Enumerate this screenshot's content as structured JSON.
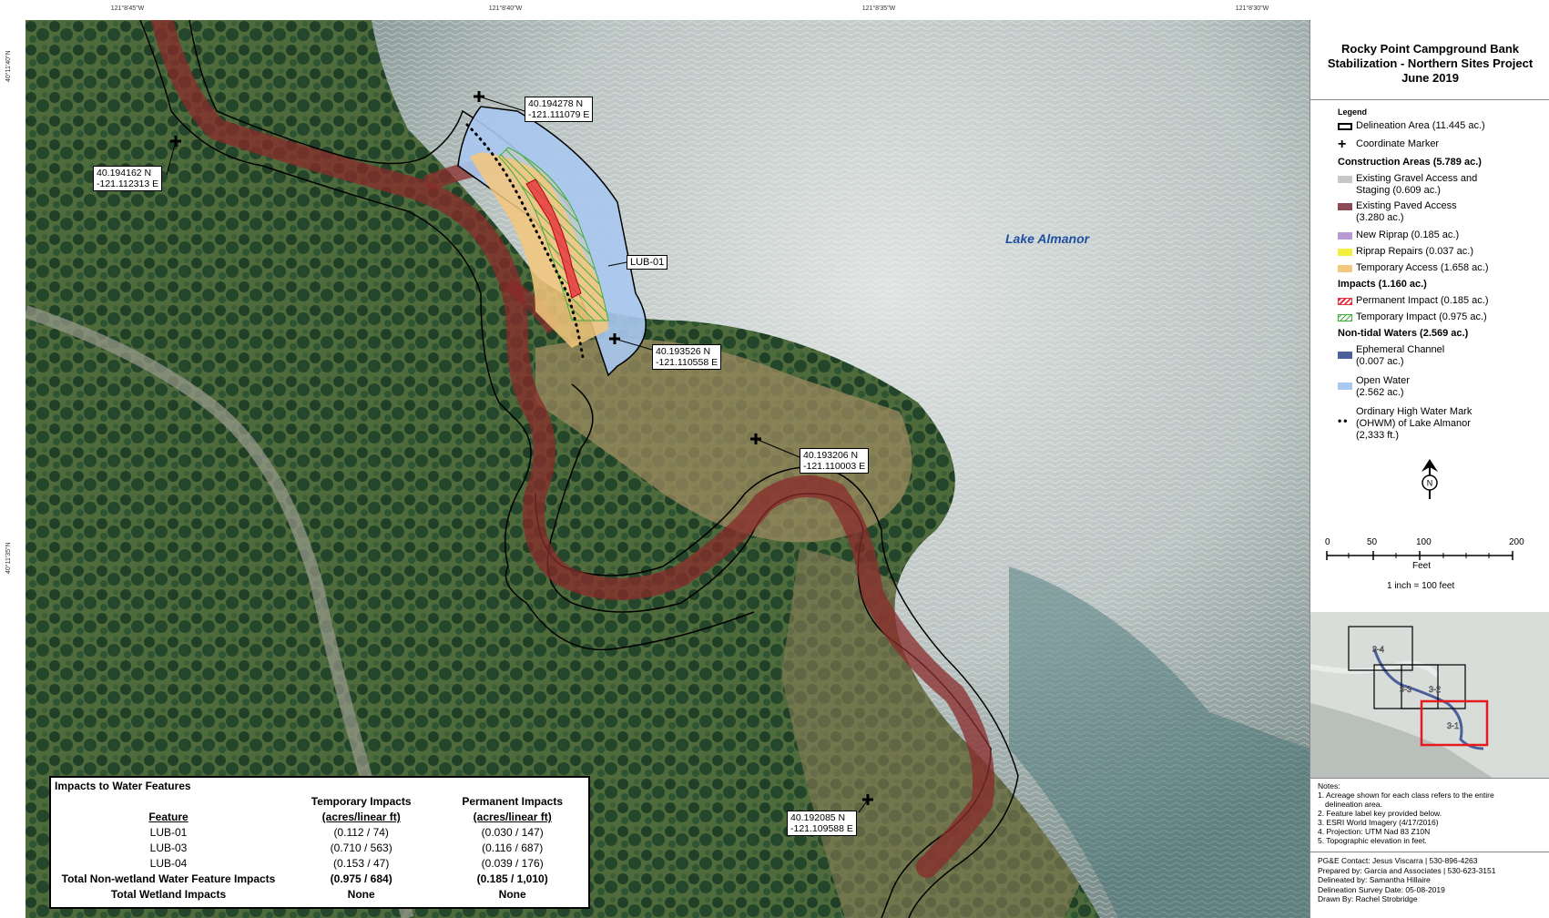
{
  "graticule": {
    "top": [
      "121°8'45\"W",
      "121°8'40\"W",
      "121°8'35\"W",
      "121°8'30\"W"
    ],
    "left": [
      "40°11'40\"N",
      "40°11'35\"N"
    ]
  },
  "title": {
    "line1": "Rocky Point Campground Bank",
    "line2": "Stabilization - Northern Sites Project",
    "line3": "June 2019"
  },
  "legend": {
    "title": "Legend",
    "delineation": "Delineation Area (11.445 ac.)",
    "coordinate_marker": "Coordinate Marker",
    "construction_header": "Construction Areas (5.789 ac.)",
    "gravel_access": [
      "Existing Gravel Access and",
      "Staging (0.609 ac.)"
    ],
    "paved_access": [
      "Existing Paved Access",
      "(3.280 ac.)"
    ],
    "new_riprap": "New Riprap (0.185 ac.)",
    "riprap_repairs": "Riprap Repairs (0.037 ac.)",
    "temp_access": "Temporary Access (1.658 ac.)",
    "impacts_header": "Impacts (1.160 ac.)",
    "perm_impact": "Permanent Impact (0.185 ac.)",
    "temp_impact": "Temporary Impact (0.975 ac.)",
    "nontidal_header": "Non-tidal Waters (2.569 ac.)",
    "ephemeral": [
      "Ephemeral Channel",
      "(0.007 ac.)"
    ],
    "open_water": [
      "Open Water",
      "(2.562 ac.)"
    ],
    "ohwm": [
      "Ordinary High Water Mark",
      "(OHWM) of Lake Almanor",
      "(2,333 ft.)"
    ],
    "colors": {
      "gravel": "#c7c7c7",
      "paved": "#8a4a56",
      "new_riprap": "#b79ad3",
      "riprap_repairs": "#f6ee3d",
      "temp_access": "#f4c77b",
      "perm_impact": "#e8323c",
      "temp_impact": "#3fae3a",
      "ephemeral": "#4b5f9a",
      "open_water": "#a9c8f0"
    }
  },
  "scale": {
    "ticks": [
      "0",
      "50",
      "100",
      "200"
    ],
    "unit": "Feet",
    "ratio": "1 inch = 100 feet"
  },
  "north_arrow": "N",
  "map": {
    "lake_label": "Lake Almanor",
    "feature_label": "LUB-01",
    "coords": [
      {
        "lat": "40.194278 N",
        "lon": "-121.111079 E"
      },
      {
        "lat": "40.194162 N",
        "lon": "-121.112313 E"
      },
      {
        "lat": "40.193526 N",
        "lon": "-121.110558 E"
      },
      {
        "lat": "40.193206 N",
        "lon": "-121.110003 E"
      },
      {
        "lat": "40.192085 N",
        "lon": "-121.109588 E"
      }
    ]
  },
  "inset_labels": [
    "3-4",
    "3-3",
    "3-2",
    "3-1"
  ],
  "impact_table": {
    "title": "Impacts to Water Features",
    "col_feature": "Feature",
    "col_temp": [
      "Temporary Impacts",
      "(acres/linear ft)"
    ],
    "col_perm": [
      "Permanent Impacts",
      "(acres/linear ft)"
    ],
    "rows": [
      {
        "feature": "LUB-01",
        "temp": "(0.112 / 74)",
        "perm": "(0.030 / 147)"
      },
      {
        "feature": "LUB-03",
        "temp": "(0.710 / 563)",
        "perm": "(0.116 / 687)"
      },
      {
        "feature": "LUB-04",
        "temp": "(0.153 / 47)",
        "perm": "(0.039 / 176)"
      }
    ],
    "total_nonwetland": {
      "label": "Total Non-wetland Water Feature Impacts",
      "temp": "(0.975 / 684)",
      "perm": "(0.185 / 1,010)"
    },
    "total_wetland": {
      "label": "Total Wetland Impacts",
      "temp": "None",
      "perm": "None"
    }
  },
  "notes": {
    "title": "Notes:",
    "lines": [
      "1. Acreage shown for each class refers to the entire",
      "   delineation area.",
      "2. Feature label key provided below.",
      "3. ESRI World Imagery (4/17/2016)",
      "4. Projection: UTM Nad 83 Z10N",
      "5. Topographic elevation in feet."
    ]
  },
  "contacts": [
    "PG&E Contact: Jesus Viscarra | 530-896-4263",
    "Prepared by: Garcia and Associates | 530-623-3151",
    "Delineated by: Samantha Hillaire",
    "Delineation Survey Date: 05-08-2019",
    "Drawn By: Rachel Strobridge"
  ]
}
